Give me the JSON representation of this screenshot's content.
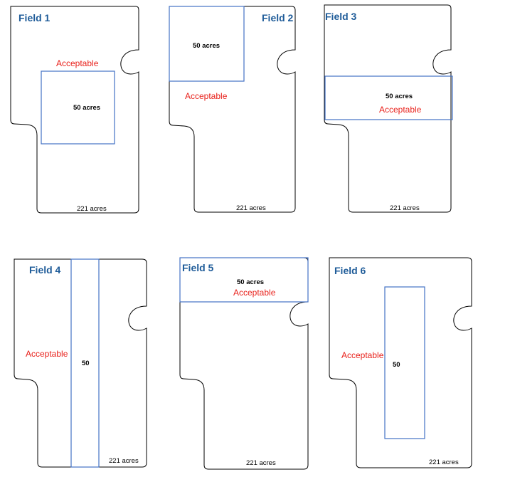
{
  "colors": {
    "title": "#1F5C99",
    "status": "#E8201A",
    "plot_border": "#4472C4",
    "outline": "#000000",
    "text": "#000000"
  },
  "fields": [
    {
      "title": "Field 1",
      "plot_label": "50 acres",
      "status": "Acceptable",
      "total": "221 acres"
    },
    {
      "title": "Field 2",
      "plot_label": "50 acres",
      "status": "Acceptable",
      "total": "221 acres"
    },
    {
      "title": "Field 3",
      "plot_label": "50 acres",
      "status": "Acceptable",
      "total": "221 acres"
    },
    {
      "title": "Field 4",
      "plot_label": "50",
      "status": "Acceptable",
      "total": "221 acres"
    },
    {
      "title": "Field 5",
      "plot_label": "50 acres",
      "status": "Acceptable",
      "total": "221 acres"
    },
    {
      "title": "Field 6",
      "plot_label": "50",
      "status": "Acceptable",
      "total": "221 acres"
    }
  ]
}
